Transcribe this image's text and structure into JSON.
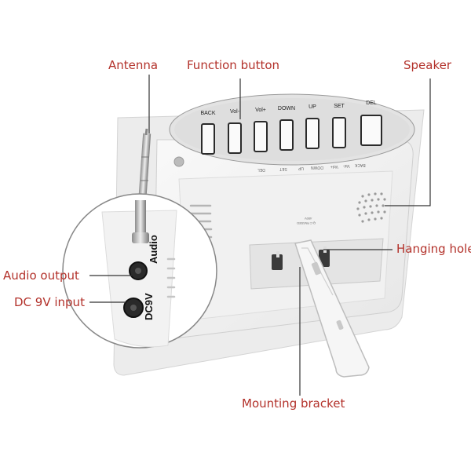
{
  "callouts": {
    "antenna": "Antenna",
    "function_button": "Function button",
    "speaker": "Speaker",
    "hanging_hole": "Hanging hole",
    "audio_output": "Audio output",
    "dc_input": "DC 9V input",
    "mounting_bracket": "Mounting bracket"
  },
  "buttons": [
    "BACK",
    "Vol-",
    "Vol+",
    "DOWN",
    "UP",
    "SET",
    "DEL"
  ],
  "buttons_back_labels": [
    "DEL",
    "SET",
    "UP",
    "DOWN",
    "Vol+",
    "Vol-",
    "BACK"
  ],
  "ports": {
    "audio": "Audio",
    "dc": "DC9V"
  },
  "sticker": {
    "line1": "400V",
    "line2": "Q.C PASSED"
  },
  "colors": {
    "callout": "#b3322b",
    "device": "#f4f4f4",
    "line": "#333333"
  }
}
